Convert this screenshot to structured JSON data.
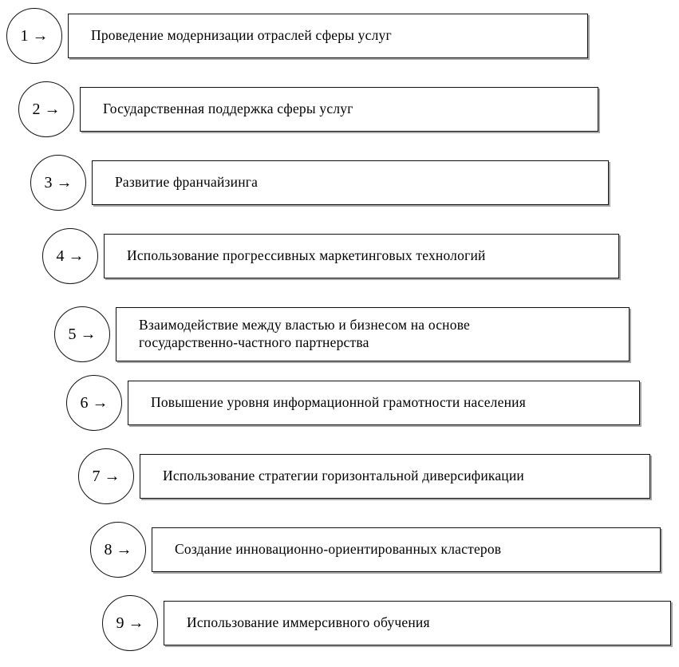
{
  "diagram": {
    "description": "Numbered cascade diagram of nine directions (steps) with circled numbers and arrows pointing to labeled boxes",
    "items": [
      {
        "number": "1 →",
        "label": "Проведение модернизации отраслей сферы услуг"
      },
      {
        "number": "2 →",
        "label": "Государственная поддержка сферы услуг"
      },
      {
        "number": "3 →",
        "label": "Развитие франчайзинга"
      },
      {
        "number": "4 →",
        "label": "Использование прогрессивных маркетинговых технологий"
      },
      {
        "number": "5 →",
        "label": "Взаимодействие между властью и бизнесом на основе\nгосударственно-частного партнерства"
      },
      {
        "number": "6 →",
        "label": "Повышение уровня информационной грамотности населения"
      },
      {
        "number": "7 →",
        "label": "Использование стратегии горизонтальной диверсификации"
      },
      {
        "number": "8 →",
        "label": "Создание инновационно-ориентированных кластеров"
      },
      {
        "number": "9 →",
        "label": "Использование иммерсивного обучения"
      }
    ]
  }
}
